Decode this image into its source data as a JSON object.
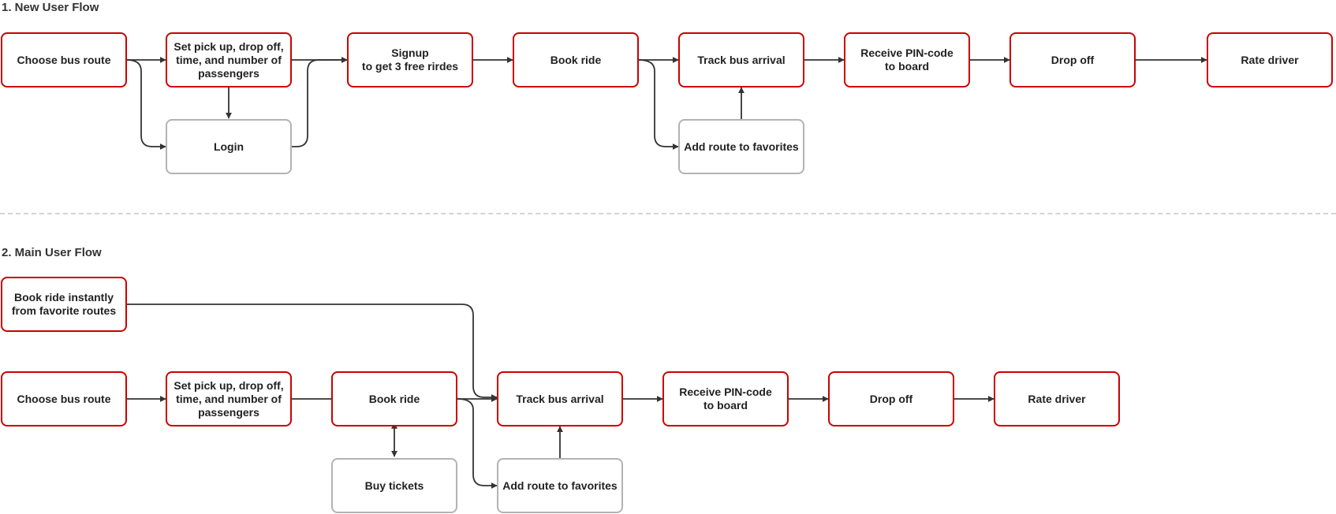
{
  "sections": [
    {
      "title": "1. New User Flow",
      "nodes": {
        "choose_route": "Choose bus route",
        "set_details": "Set pick up, drop off,\ntime, and number of\npassengers",
        "login": "Login",
        "signup": "Signup\nto get 3 free rirdes",
        "book_ride": "Book ride",
        "track_arrival": "Track bus arrival",
        "add_favorites": "Add route to favorites",
        "receive_pin": "Receive PIN-code\nto board",
        "drop_off": "Drop off",
        "rate_driver": "Rate driver"
      }
    },
    {
      "title": "2. Main User Flow",
      "nodes": {
        "book_instantly": "Book ride instantly\nfrom favorite routes",
        "choose_route": "Choose bus route",
        "set_details": "Set pick up, drop off,\ntime, and number of\npassengers",
        "book_ride": "Book ride",
        "buy_tickets": "Buy tickets",
        "track_arrival": "Track bus arrival",
        "add_favorites": "Add route to favorites",
        "receive_pin": "Receive PIN-code\nto board",
        "drop_off": "Drop off",
        "rate_driver": "Rate driver"
      }
    }
  ],
  "colors": {
    "primary_border": "#cc0000",
    "secondary_border": "#b3b3b3",
    "connector": "#333333",
    "divider": "#d4d4d4"
  }
}
